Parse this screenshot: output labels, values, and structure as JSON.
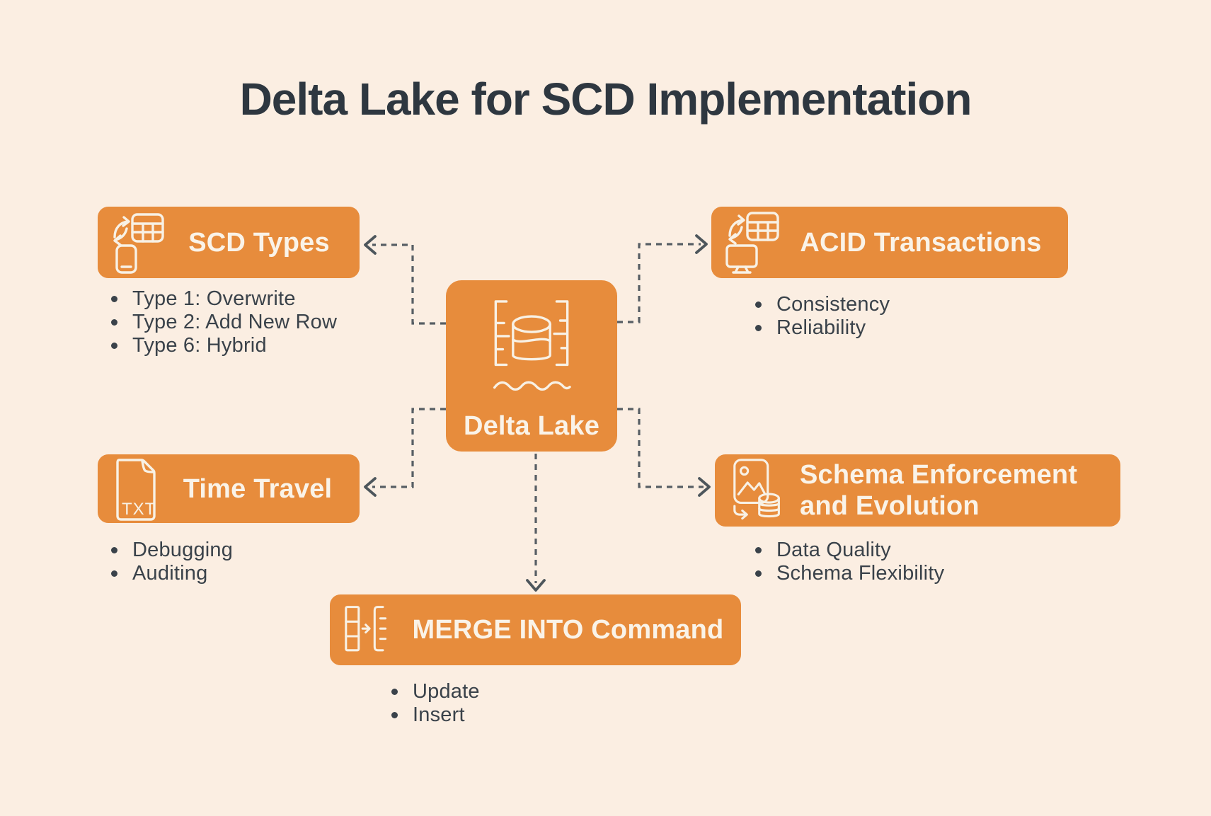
{
  "title": "Delta Lake for SCD Implementation",
  "center": {
    "label": "Delta Lake",
    "icon": "delta-lake-database-icon"
  },
  "boxes": {
    "scd_types": {
      "label": "SCD Types",
      "icon": "table-sync-device-icon",
      "bullets": [
        "Type 1: Overwrite",
        "Type 2: Add New Row",
        "Type 6: Hybrid"
      ]
    },
    "acid": {
      "label": "ACID Transactions",
      "icon": "table-sync-monitor-icon",
      "bullets": [
        "Consistency",
        "Reliability"
      ]
    },
    "time_travel": {
      "label": "Time Travel",
      "icon": "txt-document-icon",
      "bullets": [
        "Debugging",
        "Auditing"
      ]
    },
    "schema": {
      "label": "Schema Enforcement and Evolution",
      "icon": "image-file-database-icon",
      "bullets": [
        "Data Quality",
        "Schema Flexibility"
      ]
    },
    "merge": {
      "label": "MERGE INTO Command",
      "icon": "merge-tables-icon",
      "bullets": [
        "Update",
        "Insert"
      ]
    }
  },
  "icons": {
    "txt_label": "TXT"
  },
  "colors": {
    "background": "#FBEEE2",
    "box_orange": "#E78C3C",
    "heading_text": "#FAF3E8",
    "title_text": "#2E3740",
    "body_text": "#3A424A",
    "connector_gray": "#575E64",
    "icon_stroke": "#F8F1E5"
  }
}
